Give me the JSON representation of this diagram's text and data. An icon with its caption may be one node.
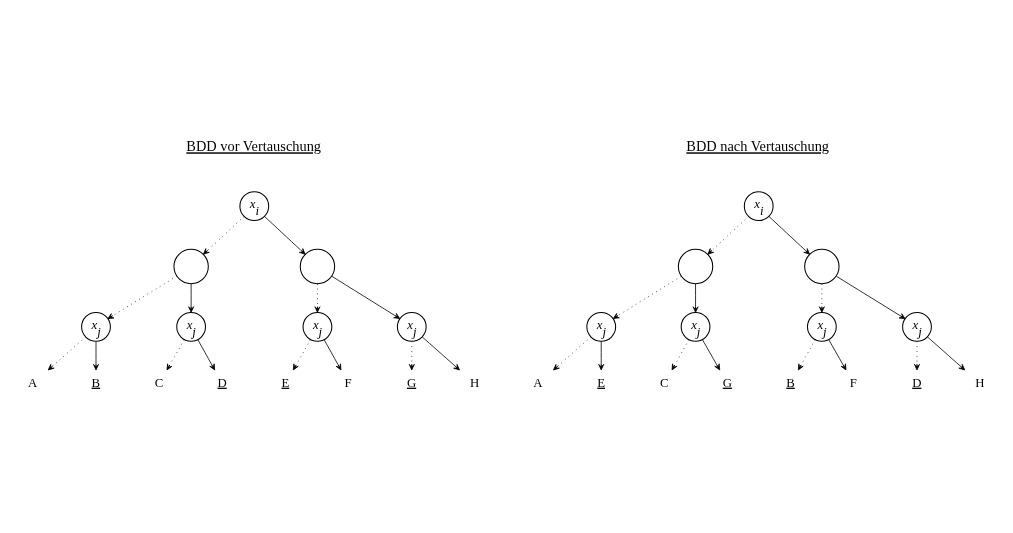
{
  "diagram": {
    "nodes": [
      {
        "text": [
          "x$_{i}$"
        ]
      },
      {
        "text": [],
        "shape": "circle"
      },
      {
        "text": [],
        "shape": "circle"
      },
      {
        "text": [
          "x$_{j}$"
        ]
      },
      {
        "text": [
          "x$_{j}$"
        ]
      },
      {
        "text": [
          "x$_{j}$"
        ]
      },
      {
        "text": [
          "x$_{j}$"
        ]
      },
      {
        "text": [
          "A"
        ]
      },
      {
        "text": [
          "B"
        ]
      },
      {
        "text": [
          "C"
        ]
      },
      {
        "text": [
          "D"
        ]
      },
      {
        "text": [
          "E"
        ]
      },
      {
        "text": [
          "F"
        ]
      },
      {
        "text": [
          "G"
        ]
      },
      {
        "text": [
          "H"
        ]
      },
      {
        "text": [
          "x$_{i}$"
        ]
      },
      {
        "text": [],
        "shape": "circle"
      },
      {
        "text": [],
        "shape": "circle"
      },
      {
        "text": [
          "x$_{j}$"
        ]
      },
      {
        "text": [
          "x$_{j}$"
        ]
      },
      {
        "text": [
          "x$_{j}$"
        ]
      },
      {
        "text": [
          "x$_{j}$"
        ]
      },
      {
        "text": [
          "A"
        ]
      },
      {
        "text": [
          "E"
        ]
      },
      {
        "text": [
          "C"
        ]
      },
      {
        "text": [
          "G"
        ]
      },
      {
        "text": [
          "B"
        ]
      },
      {
        "text": [
          "F"
        ]
      },
      {
        "text": [
          "D"
        ]
      },
      {
        "text": [
          "H"
        ]
      }
    ],
    "edges": [
      {
        "from": 0,
        "to": 1,
        "arrow": "to",
        "style": "dashed"
      },
      {
        "from": 0,
        "to": 2,
        "arrow": "to"
      },
      {
        "from": 1,
        "to": 3,
        "arrow": "to",
        "style": "dashed"
      },
      {
        "from": 1,
        "to": 4,
        "arrow": "to"
      },
      {
        "from": 2,
        "to": 5,
        "arrow": "to",
        "style": "dashed"
      },
      {
        "from": 2,
        "to": 6,
        "arrow": "to"
      },
      {
        "from": 3,
        "to": 7,
        "arrow": "to",
        "style": "dashed"
      },
      {
        "from": 3,
        "to": 8,
        "arrow": "to"
      },
      {
        "from": 4,
        "to": 9,
        "arrow": "to",
        "style": "dashed"
      },
      {
        "from": 4,
        "to": 10,
        "arrow": "to"
      },
      {
        "from": 5,
        "to": 11,
        "arrow": "to",
        "style": "dashed"
      },
      {
        "from": 5,
        "to": 12,
        "arrow": "to"
      },
      {
        "from": 6,
        "to": 13,
        "arrow": "to",
        "style": "dashed"
      },
      {
        "from": 6,
        "to": 14,
        "arrow": "to"
      },
      {
        "from": 15,
        "to": 16,
        "arrow": "to",
        "style": "dashed"
      },
      {
        "from": 15,
        "to": 17,
        "arrow": "to"
      },
      {
        "from": 16,
        "to": 18,
        "arrow": "to",
        "style": "dashed"
      },
      {
        "from": 16,
        "to": 19,
        "arrow": "to"
      },
      {
        "from": 17,
        "to": 20,
        "arrow": "to",
        "style": "dashed"
      },
      {
        "from": 17,
        "to": 21,
        "arrow": "to"
      },
      {
        "from": 18,
        "to": 22,
        "arrow": "to",
        "style": "dashed"
      },
      {
        "from": 18,
        "to": 23,
        "arrow": "to"
      },
      {
        "from": 19,
        "to": 24,
        "arrow": "to",
        "style": "dashed"
      },
      {
        "from": 19,
        "to": 25,
        "arrow": "to"
      },
      {
        "from": 20,
        "to": 26,
        "arrow": "to",
        "style": "dashed"
      },
      {
        "from": 20,
        "to": 27,
        "arrow": "to"
      },
      {
        "from": 21,
        "to": 28,
        "arrow": "to",
        "style": "dashed"
      },
      {
        "from": 21,
        "to": 29,
        "arrow": "to"
      }
    ],
    "labels": [
      "BDD vor Vertauschung",
      "BDD nach Vertauschung"
    ]
  }
}
